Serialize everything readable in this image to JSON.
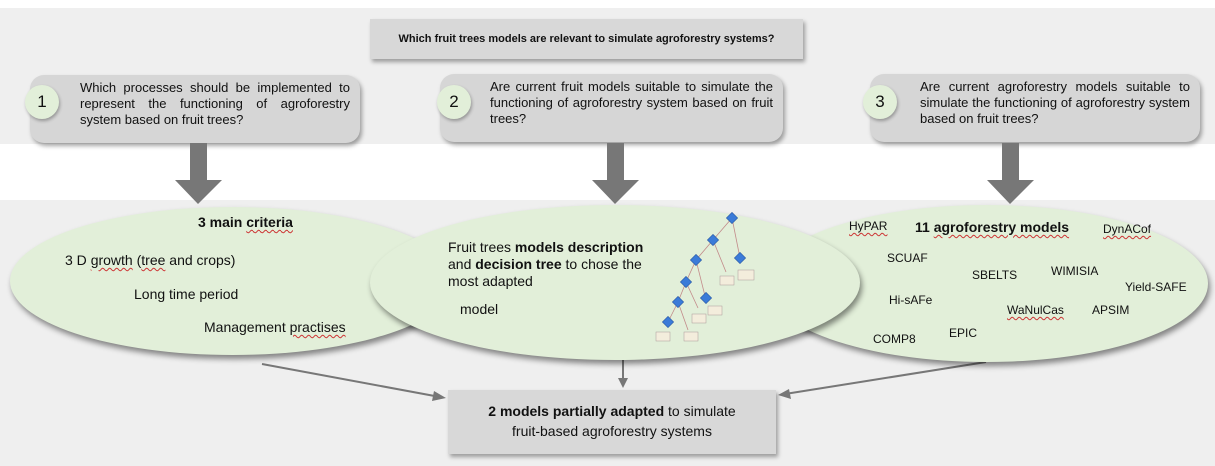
{
  "main_question": "Which fruit trees models are relevant to simulate agroforestry systems?",
  "questions": [
    {
      "number": "1",
      "text": "Which processes should be implemented to represent the functioning of agroforestry system based on fruit trees?"
    },
    {
      "number": "2",
      "text": "Are current fruit models suitable to simulate the functioning of agroforestry system based on fruit trees?"
    },
    {
      "number": "3",
      "text": "Are current agroforestry models suitable to simulate the functioning of agroforestry system based on fruit trees?"
    }
  ],
  "left": {
    "title": "3 main criteria",
    "title_bold": "3 main ",
    "title_underlined": "criteria",
    "item1_prefix": "3 D ",
    "item1_u1": "growth",
    "item1_mid": " (",
    "item1_u2": "tree",
    "item1_suffix": " and crops)",
    "item2": "Long time period",
    "item3_prefix": "Management ",
    "item3_u": "practises"
  },
  "center": {
    "line1_normal": "Fruit trees ",
    "line1_bold": "models description",
    "line2_normal1": "and ",
    "line2_bold": "decision tree",
    "line2_normal2": " to chose the",
    "line3": "most adapted",
    "line4": "model"
  },
  "right": {
    "title_bold": "11 ",
    "title_underlined": "agroforestry models",
    "models": [
      "HyPAR",
      "DynACof",
      "SCUAF",
      "SBELTS",
      "WIMISIA",
      "Yield-SAFE",
      "Hi-sAFe",
      "WaNulCas",
      "APSIM",
      "COMP8",
      "EPIC"
    ]
  },
  "result": {
    "line1_bold": "2 models partially adapted",
    "line1_normal": " to simulate",
    "line2": "fruit-based agroforestry systems"
  },
  "colors": {
    "band": "#efefef",
    "box": "#d8d8d8",
    "ellipse": "#e2efd9",
    "arrow": "#777777"
  }
}
